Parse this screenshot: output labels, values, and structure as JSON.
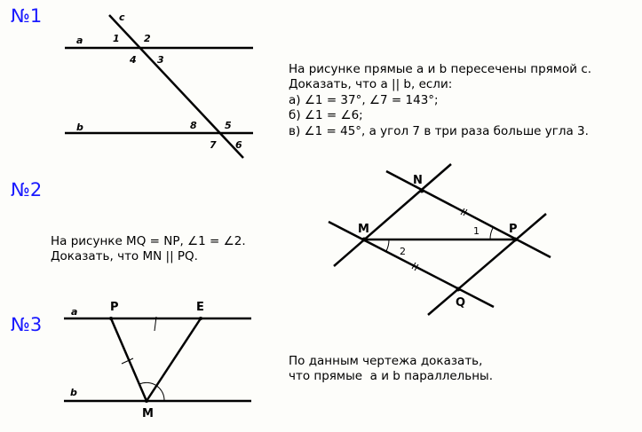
{
  "problems": [
    {
      "number": "№1",
      "lines": [
        "На рисунке прямые a и b пересечены прямой c.",
        "Доказать, что a || b, если:",
        "а) ∠1 = 37°, ∠7 = 143°;",
        "б) ∠1 = ∠6;",
        "в) ∠1 = 45°, а угол 7 в три раза больше угла 3."
      ],
      "figure": {
        "line_labels": [
          "a",
          "b",
          "c"
        ],
        "angle_labels": [
          "1",
          "2",
          "3",
          "4",
          "5",
          "6",
          "7",
          "8"
        ]
      }
    },
    {
      "number": "№2",
      "lines": [
        "На рисунке MQ = NP, ∠1 = ∠2.",
        "Доказать, что MN || PQ."
      ],
      "figure": {
        "points": [
          "N",
          "M",
          "P",
          "Q"
        ],
        "angle_labels": [
          "1",
          "2"
        ]
      }
    },
    {
      "number": "№3",
      "lines": [
        "По данным чертежа доказать,",
        "что прямые  a и b параллельны."
      ],
      "figure": {
        "line_labels": [
          "a",
          "b"
        ],
        "points": [
          "P",
          "E",
          "M"
        ]
      }
    }
  ]
}
